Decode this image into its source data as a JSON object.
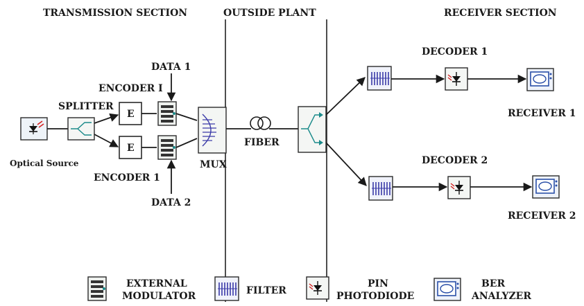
{
  "sections": {
    "transmission": "TRANSMISSION SECTION",
    "outside": "OUTSIDE PLANT",
    "receiver": "RECEIVER SECTION"
  },
  "blocks": {
    "optical_source": "Optical Source",
    "splitter": "SPLITTER",
    "encoder_top": "ENCODER I",
    "encoder_bottom": "ENCODER 1",
    "encoder_symbol": "E",
    "data1": "DATA 1",
    "data2": "DATA 2",
    "mux": "MUX",
    "fiber": "FIBER",
    "decoder1": "DECODER 1",
    "decoder2": "DECODER 2",
    "receiver1": "RECEIVER 1",
    "receiver2": "RECEIVER 2"
  },
  "legend": {
    "external_modulator_line1": "EXTERNAL",
    "external_modulator_line2": "MODULATOR",
    "filter": "FILTER",
    "pin_line1": "PIN",
    "pin_line2": "PHOTODIODE",
    "ber_line1": "BER",
    "ber_line2": "ANALYZER"
  },
  "colors": {
    "filter_lines": "#3a3aa8",
    "laser_red": "#d42020",
    "teal": "#1a8a8a",
    "ber_blue": "#2a4fa8",
    "ink": "#1a1a1a"
  },
  "icons": {
    "optical_source": "laser-diode-icon",
    "splitter": "splitter-icon",
    "modulator": "external-modulator-icon",
    "mux": "mux-icon",
    "fiber": "fiber-coil-icon",
    "demux": "demux-icon",
    "filter": "filter-icon",
    "photodiode": "pin-photodiode-icon",
    "ber": "ber-analyzer-icon"
  }
}
